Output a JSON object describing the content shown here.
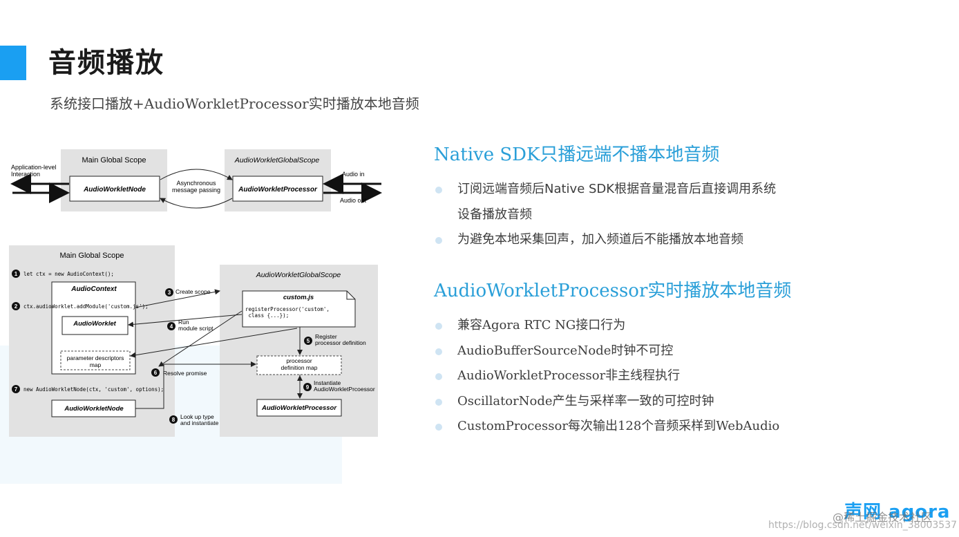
{
  "header": {
    "title": "音频播放",
    "subtitle": "系统接口播放+AudioWorkletProcessor实时播放本地音频"
  },
  "colors": {
    "accent": "#1a9ff2",
    "heading": "#2a9fd8",
    "bullet": "#cfe4f3"
  },
  "diagram_top": {
    "left_label": "Application-level\nInteraction",
    "main_scope": "Main Global Scope",
    "worklet_scope": "AudioWorkletGlobalScope",
    "node": "AudioWorkletNode",
    "processor": "AudioWorkletProcessor",
    "message": "Asynchronous\nmessage passing",
    "audio_in": "Audio in",
    "audio_out": "Audio out"
  },
  "diagram_bottom": {
    "main_scope": "Main Global Scope",
    "worklet_scope": "AudioWorkletGlobalScope",
    "step1_code": "let ctx = new AudioContext();",
    "audio_context": "AudioContext",
    "step2_code": "ctx.audioWorklet.addModule('custom.js');",
    "audio_worklet": "AudioWorklet",
    "param_map": "parameter descriptors\nmap",
    "step7_code": "new AudioWorkletNode(ctx, 'custom', options);",
    "node": "AudioWorkletNode",
    "custom_file": "custom.js",
    "register_code": "registerProcessor('custom',\n          class {...});",
    "definition_map": "processor\ndefinition map",
    "processor": "AudioWorkletProcessor",
    "step3": "Create scope",
    "step4": "Run\nmodule script",
    "step5": "Register\nprocessor definition",
    "step6": "Resolve promise",
    "step8": "Look up type\nand instantiate",
    "step9": "Instantiate\nAudioWorkletPrcoessor",
    "numbers": [
      "1",
      "2",
      "3",
      "4",
      "5",
      "6",
      "7",
      "8",
      "9"
    ]
  },
  "native_section": {
    "heading": "Native SDK只播远端不播本地音频",
    "bullets": [
      "订阅远端音频后Native SDK根据音量混音后直接调用系统",
      "设备播放音频",
      "为避免本地采集回声，加入频道后不能播放本地音频"
    ]
  },
  "worklet_section": {
    "heading": "AudioWorkletProcessor实时播放本地音频",
    "bullets": [
      "兼容Agora RTC NG接口行为",
      "AudioBufferSourceNode时钟不可控",
      "AudioWorkletProcessor非主线程执行",
      "OscillatorNode产生与采样率一致的可控时钟",
      "CustomProcessor每次输出128个音频采样到WebAudio"
    ]
  },
  "footer": {
    "logo": "声网 agora",
    "watermark_1": "@稀土掘金技术社区",
    "watermark_2": "https://blog.csdn.net/weixin_38003537"
  }
}
